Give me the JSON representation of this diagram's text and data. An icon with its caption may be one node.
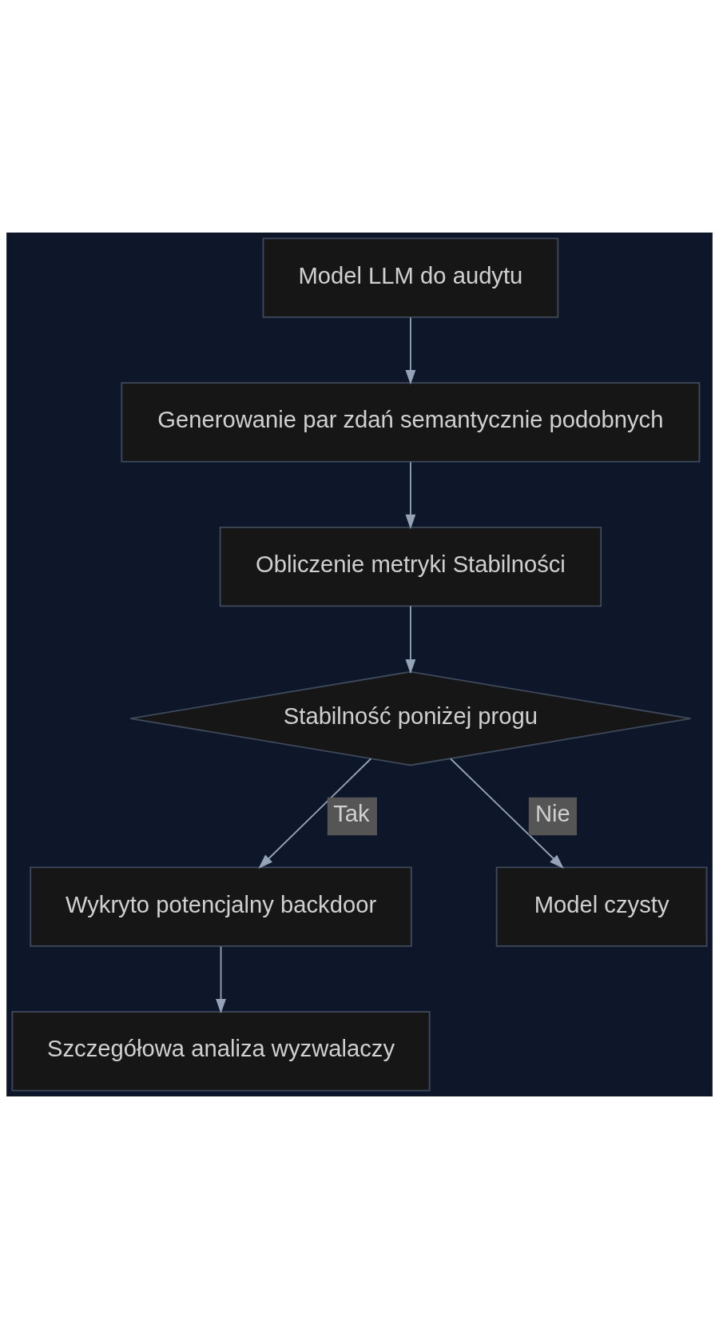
{
  "diagram": {
    "nodes": [
      {
        "text": [
          "Model LLM do audytu"
        ]
      },
      {
        "text": [
          "Generowanie par zdań semantycznie podobnych"
        ]
      },
      {
        "text": [
          "Obliczenie metryki Stabilności"
        ]
      },
      {
        "text": [
          "Stabilność poniżej progu"
        ]
      },
      {
        "text": [
          "Wykryto potencjalny backdoor"
        ]
      },
      {
        "text": [
          "Model czysty"
        ]
      },
      {
        "text": [
          "Szczegółowa analiza wyzwalaczy"
        ]
      }
    ],
    "edges": [
      {
        "from": 0,
        "to": 1,
        "arrow": "to"
      },
      {
        "from": 1,
        "to": 2,
        "arrow": "to"
      },
      {
        "from": 2,
        "to": 3,
        "arrow": "to"
      },
      {
        "from": 3,
        "to": 4,
        "arrow": "to",
        "label": "Tak"
      },
      {
        "from": 3,
        "to": 5,
        "arrow": "to",
        "label": "Nie"
      },
      {
        "from": 4,
        "to": 6,
        "arrow": "to"
      }
    ]
  }
}
